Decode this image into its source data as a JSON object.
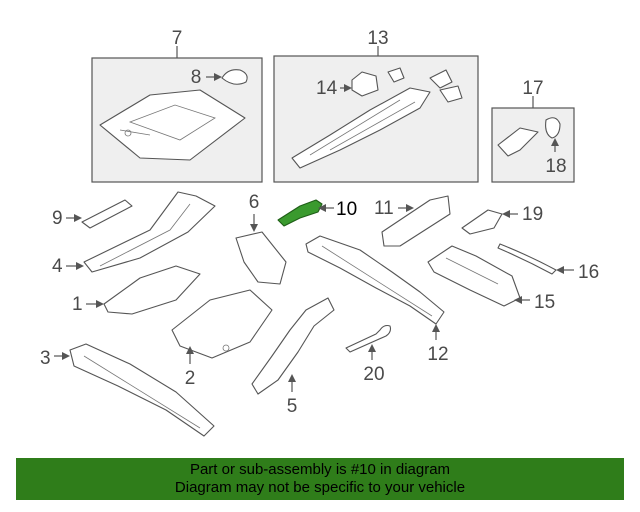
{
  "diagram": {
    "highlighted_part": "10",
    "callouts": {
      "c1": "1",
      "c2": "2",
      "c3": "3",
      "c4": "4",
      "c5": "5",
      "c6": "6",
      "c7": "7",
      "c8": "8",
      "c9": "9",
      "c10": "10",
      "c11": "11",
      "c12": "12",
      "c13": "13",
      "c14": "14",
      "c15": "15",
      "c16": "16",
      "c17": "17",
      "c18": "18",
      "c19": "19",
      "c20": "20"
    }
  },
  "banner": {
    "line1": "Part or sub-assembly is #10 in diagram",
    "line2": "Diagram may not be specific to your vehicle"
  },
  "colors": {
    "banner_bg": "#2f7d1a",
    "highlight": "#3a9a2e"
  }
}
